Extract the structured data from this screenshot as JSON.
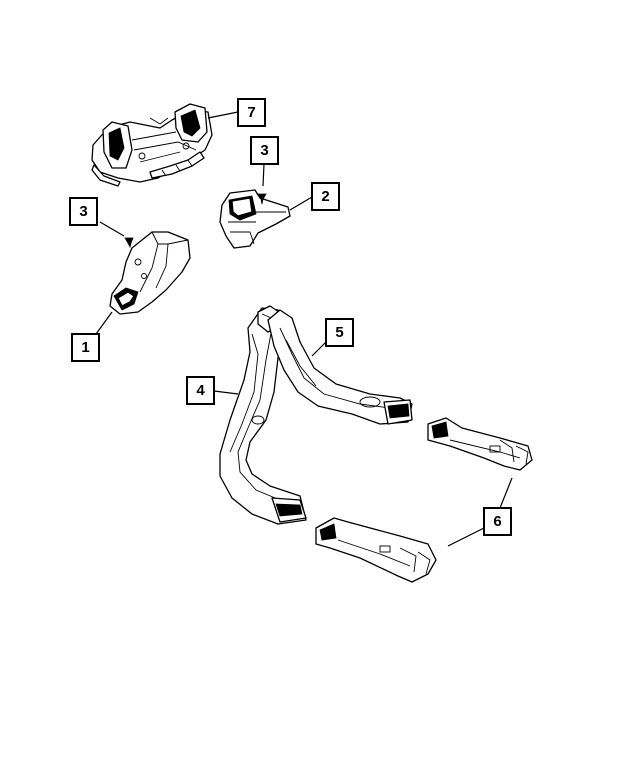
{
  "callouts": {
    "c1": "1",
    "c2": "2",
    "c3a": "3",
    "c3b": "3",
    "c4": "4",
    "c5": "5",
    "c6": "6",
    "c7": "7"
  },
  "colors": {
    "line": "#000000",
    "background": "#ffffff"
  }
}
